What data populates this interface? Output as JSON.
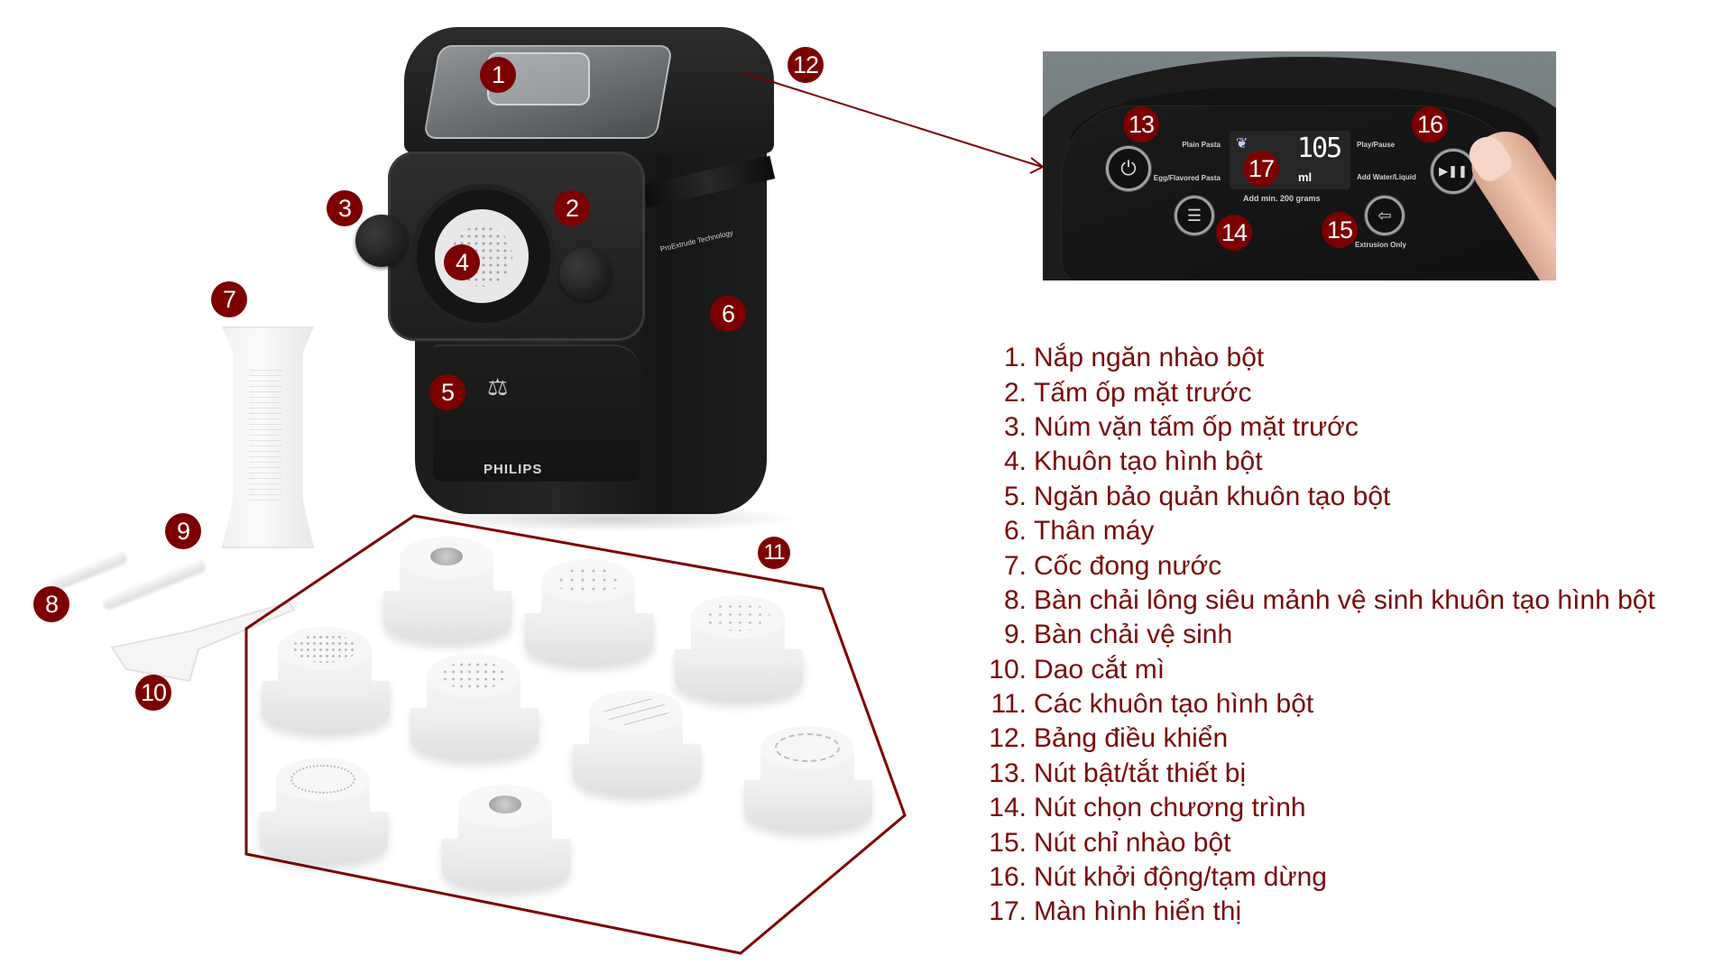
{
  "colors": {
    "accent": "#7d0000",
    "legend_text": "#7a0a0a",
    "outline": "#7d0000"
  },
  "product": {
    "brand": "PHILIPS",
    "band_label": "ProExtrude Technology",
    "scale_icon": "scale-icon"
  },
  "badges": [
    {
      "n": "1",
      "target": "lid"
    },
    {
      "n": "2",
      "target": "front-panel"
    },
    {
      "n": "3",
      "target": "front-knob"
    },
    {
      "n": "4",
      "target": "shaping-disc"
    },
    {
      "n": "5",
      "target": "disc-storage"
    },
    {
      "n": "6",
      "target": "main-body"
    },
    {
      "n": "7",
      "target": "measuring-cup"
    },
    {
      "n": "8",
      "target": "fine-brush"
    },
    {
      "n": "9",
      "target": "cleaning-brush"
    },
    {
      "n": "10",
      "target": "cutter"
    },
    {
      "n": "11",
      "target": "shaping-discs"
    },
    {
      "n": "12",
      "target": "control-panel"
    },
    {
      "n": "13",
      "target": "power-button"
    },
    {
      "n": "14",
      "target": "program-button"
    },
    {
      "n": "15",
      "target": "extrusion-button"
    },
    {
      "n": "16",
      "target": "play-pause-button"
    },
    {
      "n": "17",
      "target": "display"
    }
  ],
  "panel": {
    "plain_pasta": "Plain Pasta",
    "egg_pasta": "Egg/Flavored Pasta",
    "play_pause": "Play/Pause",
    "add_water": "Add Water/Liquid",
    "display_value": "105",
    "display_unit": "ml",
    "hint": "Add min. 200 grams",
    "extrusion_only": "Extrusion Only",
    "power_icon": "⏻",
    "menu_icon": "☰",
    "extrusion_icon": "⇦",
    "play_icon": "▶❚❚",
    "grain_icon": "❦"
  },
  "legend": [
    {
      "n": "1.",
      "label": "Nắp ngăn nhào bột"
    },
    {
      "n": "2.",
      "label": "Tấm ốp mặt trước"
    },
    {
      "n": "3.",
      "label": "Núm vặn tấm ốp mặt trước"
    },
    {
      "n": "4.",
      "label": "Khuôn tạo hình bột"
    },
    {
      "n": "5.",
      "label": "Ngăn bảo quản khuôn tạo bột"
    },
    {
      "n": "6.",
      "label": "Thân máy"
    },
    {
      "n": "7.",
      "label": "Cốc đong nước"
    },
    {
      "n": "8.",
      "label": "Bàn chải lông siêu mảnh vệ sinh khuôn tạo hình bột"
    },
    {
      "n": "9.",
      "label": "Bàn chải vệ sinh"
    },
    {
      "n": "10.",
      "label": "Dao cắt mì"
    },
    {
      "n": "11.",
      "label": "Các khuôn tạo hình bột"
    },
    {
      "n": "12.",
      "label": "Bảng điều khiển"
    },
    {
      "n": "13.",
      "label": "Nút bật/tắt thiết bị"
    },
    {
      "n": "14.",
      "label": "Nút chọn chương trình"
    },
    {
      "n": "15.",
      "label": "Nút chỉ nhào bột"
    },
    {
      "n": "16.",
      "label": "Nút khởi động/tạm dừng"
    },
    {
      "n": "17.",
      "label": "Màn hình hiển thị"
    }
  ]
}
